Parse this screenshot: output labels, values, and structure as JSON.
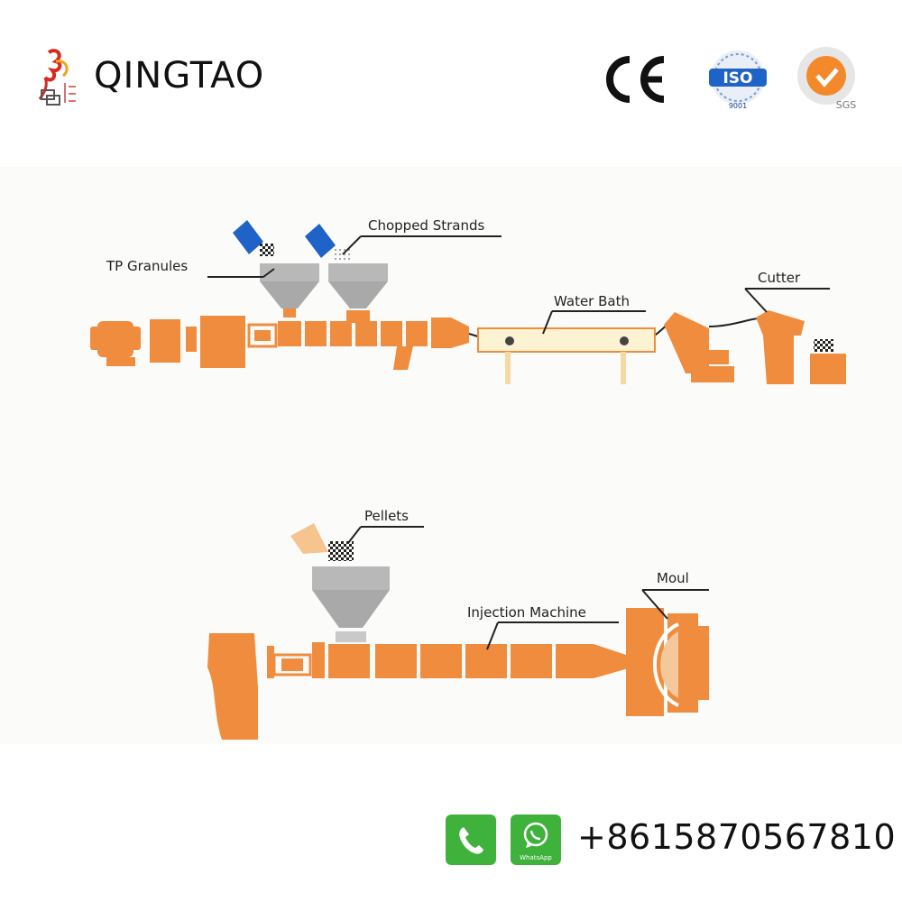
{
  "brand": {
    "name": "QINGTAO"
  },
  "certifications": {
    "ce": "CE",
    "iso": "ISO",
    "iso_number": "9001",
    "sgs": "SGS"
  },
  "process_top": {
    "tp_granules": "TP Granules",
    "chopped_strands": "Chopped Strands",
    "water_bath": "Water Bath",
    "cutter": "Cutter"
  },
  "process_bottom": {
    "pellets": "Pellets",
    "injection_machine": "Injection Machine",
    "mould": "Moul"
  },
  "contact": {
    "phone": "+8615870567810",
    "whatsapp_label": "WhatsApp"
  },
  "colors": {
    "machine": "#f08c3e",
    "hopper": "#b8b8b8",
    "blue_bucket": "#1f63c9",
    "green_button": "#3fb23c"
  }
}
